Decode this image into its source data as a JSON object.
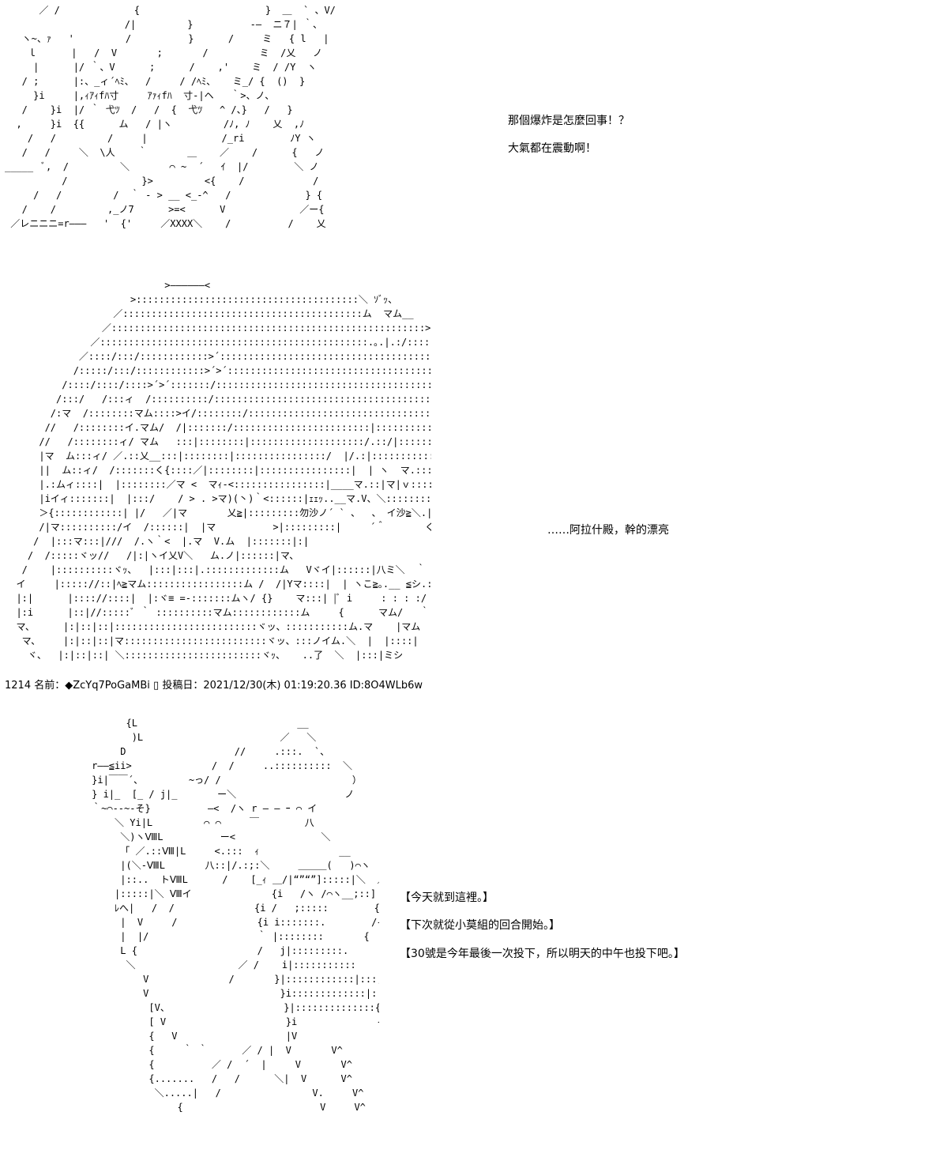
{
  "scene_1": {
    "lines": [
      "那個爆炸是怎麼回事！？",
      "大氣都在震動啊！"
    ]
  },
  "scene_2": {
    "lines": [
      "……阿拉什殿，幹的漂亮"
    ]
  },
  "post_header": {
    "number": "1214",
    "name_label": "名前：",
    "trip": "◆ZcYq7PoGaMBi",
    "mark": "▯",
    "date_label": "投稿日：",
    "date": "2021/12/30(木) 01:19:20.36",
    "id": "ID:8O4WLb6w"
  },
  "scene_3": {
    "lines": [
      "【今天就到這裡。】",
      "【下次就從小莫組的回合開始。】",
      "【30號是今年最後一次投下，所以明天的中午也投下吧。】"
    ]
  }
}
